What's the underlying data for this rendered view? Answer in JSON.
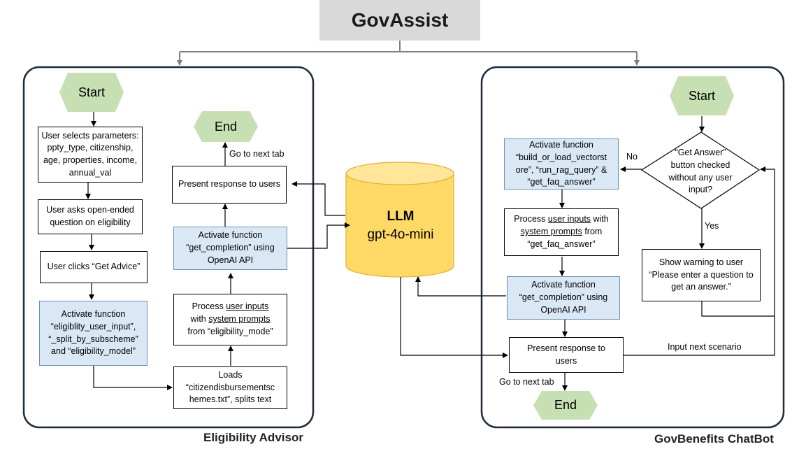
{
  "title": "GovAssist",
  "llm": {
    "name": "LLM",
    "model": "gpt-4o-mini"
  },
  "left_panel": {
    "title": "Eligibility Advisor",
    "start": "Start",
    "end": "End",
    "params": [
      "User selects parameters:",
      "ppty_type, citizenship,",
      "age, properties, income,",
      "annual_val"
    ],
    "question": [
      "User asks open-ended",
      "question on eligibility"
    ],
    "click": [
      "User clicks “Get Advice”"
    ],
    "activate": [
      "Activate function",
      "“eligiblity_user_input”,",
      "“_split_by_subscheme”",
      "and “eligibility_model”"
    ],
    "loads": [
      "Loads",
      "“citizendisbursementsc",
      "hemes.txt”, splits text"
    ],
    "process": {
      "l1": "Process ",
      "l1u": "user inputs",
      "l2": "with ",
      "l2u": "system prompts",
      "l3": "from “eligibility_mode”"
    },
    "get_completion": [
      "Activate function",
      "“get_completion” using",
      "OpenAI API"
    ],
    "present": [
      "Present response to users"
    ],
    "next_tab": "Go to next tab"
  },
  "right_panel": {
    "title": "GovBenefits ChatBot",
    "start": "Start",
    "end": "End",
    "decision": [
      "“Get Answer”",
      "button checked",
      "without any user",
      "input?"
    ],
    "no_label": "No",
    "yes_label": "Yes",
    "activate": [
      "Activate function",
      "“build_or_load_vectorst",
      "ore”, “run_rag_query” &",
      "“get_faq_answer”"
    ],
    "process": {
      "l1": "Process ",
      "l1u": "user inputs",
      "l1b": " with",
      "l2u": "system prompts",
      "l2b": " from",
      "l3": "“get_faq_answer”"
    },
    "warning": [
      "Show warning to user",
      "“Please enter a question to",
      "get an answer.”"
    ],
    "get_completion": [
      "Activate function",
      "“get_completion” using",
      "OpenAI API"
    ],
    "present": [
      "Present response to",
      "users"
    ],
    "input_next": "Input next scenario",
    "next_tab": "Go to next tab"
  }
}
